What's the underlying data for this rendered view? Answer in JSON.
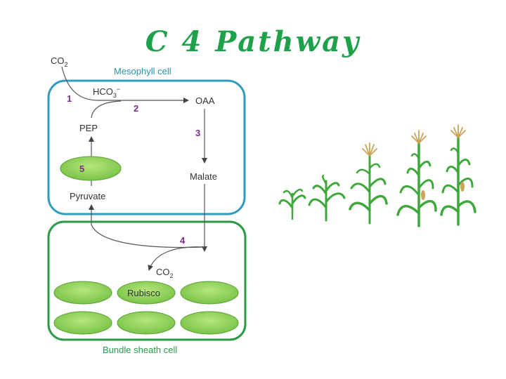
{
  "title": "C 4 Pathway",
  "diagram": {
    "co2_in": "CO",
    "co2_in_sub": "2",
    "mesophyll_label": "Mesophyll cell",
    "hco3": "HCO",
    "hco3_sub": "3",
    "hco3_sup": "−",
    "oaa": "OAA",
    "pep": "PEP",
    "malate": "Malate",
    "pyruvate": "Pyruvate",
    "co2_bundle": "CO",
    "co2_bundle_sub": "2",
    "rubisco": "Rubisco",
    "bundle_label": "Bundle sheath cell",
    "steps": [
      "1",
      "2",
      "3",
      "4",
      "5"
    ]
  },
  "colors": {
    "title_green": "#1ea14a",
    "mesophyll_border": "#2e9cbf",
    "bundle_border": "#2a9a48",
    "chloroplast_fill": "#8ed45a",
    "step_number": "#7a2d8c",
    "plant_green": "#3fa83a",
    "tassel": "#c9a45a"
  }
}
